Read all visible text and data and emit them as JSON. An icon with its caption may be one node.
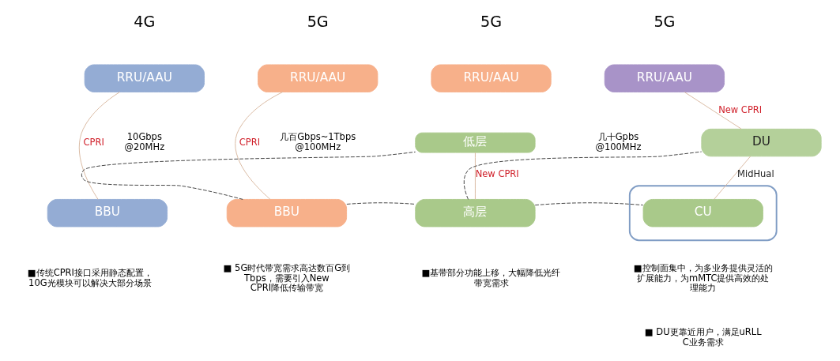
{
  "diagram": {
    "nodes": [
      {
        "text": [
          "RRU/AAU"
        ]
      },
      {
        "text": [
          "BBU"
        ]
      },
      {
        "text": [
          "RRU/AAU"
        ]
      },
      {
        "text": [
          "BBU"
        ]
      },
      {
        "text": [
          "RRU/AAU"
        ]
      },
      {
        "text": [
          "低层"
        ]
      },
      {
        "text": [
          "高层"
        ]
      },
      {
        "text": [
          "RRU/AAU"
        ]
      },
      {
        "text": [
          "DU"
        ]
      },
      {
        "text": [],
        "shape": "cloud"
      },
      {
        "text": [
          "CU"
        ],
        "in": 9
      }
    ],
    "edges": [
      {
        "from": 0,
        "to": 1,
        "arrow": "none",
        "label": "CPRI"
      },
      {
        "from": 2,
        "to": 3,
        "arrow": "none",
        "label": "CPRI"
      },
      {
        "from": 5,
        "to": 6,
        "arrow": "none",
        "label": "New CPRI"
      },
      {
        "from": 7,
        "to": 8,
        "arrow": "none",
        "label": "New CPRI"
      },
      {
        "from": 8,
        "to": 10,
        "arrow": "none",
        "label": "MidHual"
      },
      {
        "from": 3,
        "to": 5,
        "arrow": "none",
        "style": "dashed",
        "color": "#404040"
      },
      {
        "from": 3,
        "to": 6,
        "arrow": "none",
        "style": "dashed",
        "color": "#404040"
      },
      {
        "from": 6,
        "to": 8,
        "arrow": "none",
        "style": "dashed",
        "color": "#404040"
      },
      {
        "from": 6,
        "to": 10,
        "arrow": "none",
        "style": "dashed",
        "color": "#404040"
      }
    ],
    "labels": [
      "4G",
      "5G",
      "5G",
      "5G",
      "10Gbps @20MHz",
      "几百Gbps~1Tbps @100MHz",
      "几十Gpbs @100MHz",
      "■传统CPRI接口采用静态配置，10G光模块可以解决大部分场景",
      "■ 5G时代带宽需求高达数百G到Tbps，需要引入New CPRI降低传输带宽",
      "■基带部分功能上移，大幅降低光纤带宽需求",
      "■控制面集中，为多业务提供灵活的扩展能力，为mMTC提供高效的处理能力",
      "■ DU更靠近用户，满足uRLLC业务需求"
    ]
  }
}
